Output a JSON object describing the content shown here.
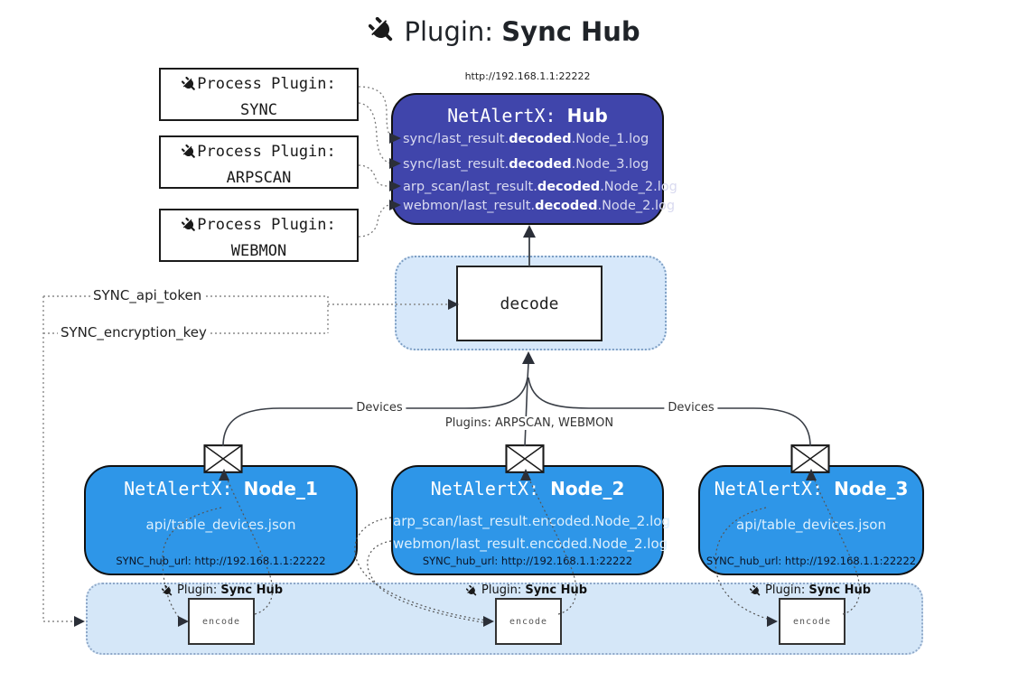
{
  "title": {
    "prefix": "Plugin: ",
    "name": "Sync Hub"
  },
  "hub": {
    "url": "http://192.168.1.1:22222",
    "title_prefix": "NetAlertX: ",
    "title_name": "Hub",
    "logs": [
      {
        "pre": "sync/last_result.",
        "bold": "decoded",
        "post": ".Node_1.log"
      },
      {
        "pre": "sync/last_result.",
        "bold": "decoded",
        "post": ".Node_3.log"
      },
      {
        "pre": "arp_scan/last_result.",
        "bold": "decoded",
        "post": ".Node_2.log"
      },
      {
        "pre": "webmon/last_result.",
        "bold": "decoded",
        "post": ".Node_2.log"
      }
    ]
  },
  "process_plugins": [
    {
      "label": "Process Plugin:",
      "name": "SYNC"
    },
    {
      "label": "Process Plugin:",
      "name": "ARPSCAN"
    },
    {
      "label": "Process Plugin:",
      "name": "WEBMON"
    }
  ],
  "decode_label": "decode",
  "secrets": {
    "api_token": "SYNC_api_token",
    "encryption_key": "SYNC_encryption_key"
  },
  "edge_labels": {
    "devices_left": "Devices",
    "plugins_mid": "Plugins: ARPSCAN, WEBMON",
    "devices_right": "Devices"
  },
  "nodes": [
    {
      "title_prefix": "NetAlertX: ",
      "title_name": "Node_1",
      "files": [
        "api/table_devices.json"
      ],
      "hub_url": "SYNC_hub_url: http://192.168.1.1:22222"
    },
    {
      "title_prefix": "NetAlertX: ",
      "title_name": "Node_2",
      "files": [
        "arp_scan/last_result.encoded.Node_2.log",
        "webmon/last_result.encoded.Node_2.log"
      ],
      "hub_url": "SYNC_hub_url: http://192.168.1.1:22222"
    },
    {
      "title_prefix": "NetAlertX: ",
      "title_name": "Node_3",
      "files": [
        "api/table_devices.json"
      ],
      "hub_url": "SYNC_hub_url: http://192.168.1.1:22222"
    }
  ],
  "band": {
    "plugin_prefix": "Plugin: ",
    "plugin_name": "Sync Hub",
    "encode_label": "encode"
  },
  "colors": {
    "hub_bg": "#4045ab",
    "node_bg": "#2e96e8",
    "band_bg": "#d5e7f8",
    "decode_area_bg": "#d7e8fa",
    "hub_log_text": "#d9daf0",
    "line": "#3a3f47"
  }
}
